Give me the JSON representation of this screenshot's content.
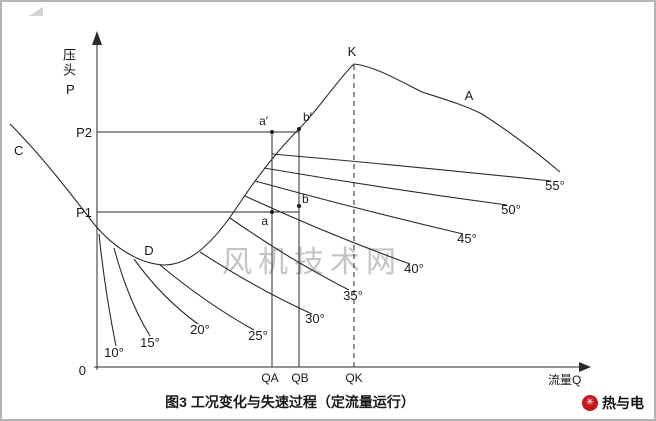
{
  "figure": {
    "caption": "图3  工况变化与失速过程（定流量运行）",
    "watermark": "风机技术网",
    "brand_name": "热与电",
    "brand_icon": "✳"
  },
  "axes": {
    "y_label_vertical": "压头",
    "y_symbol": "P",
    "x_label": "流量Q",
    "origin_label": "0"
  },
  "levels": {
    "p2": "P2",
    "p1": "P1"
  },
  "flow_ticks": {
    "qa": "QA",
    "qb": "QB",
    "qk": "QK"
  },
  "points": {
    "c": "C",
    "d": "D",
    "k": "K",
    "a_major": "A",
    "a_prime": "a′",
    "b_prime": "b′",
    "a": "a",
    "b": "b"
  },
  "angles": [
    "10°",
    "15°",
    "20°",
    "25°",
    "30°",
    "35°",
    "40°",
    "45°",
    "50°",
    "55°"
  ],
  "colors": {
    "line": "#2a2a2a",
    "accent_red": "#c5171c"
  }
}
